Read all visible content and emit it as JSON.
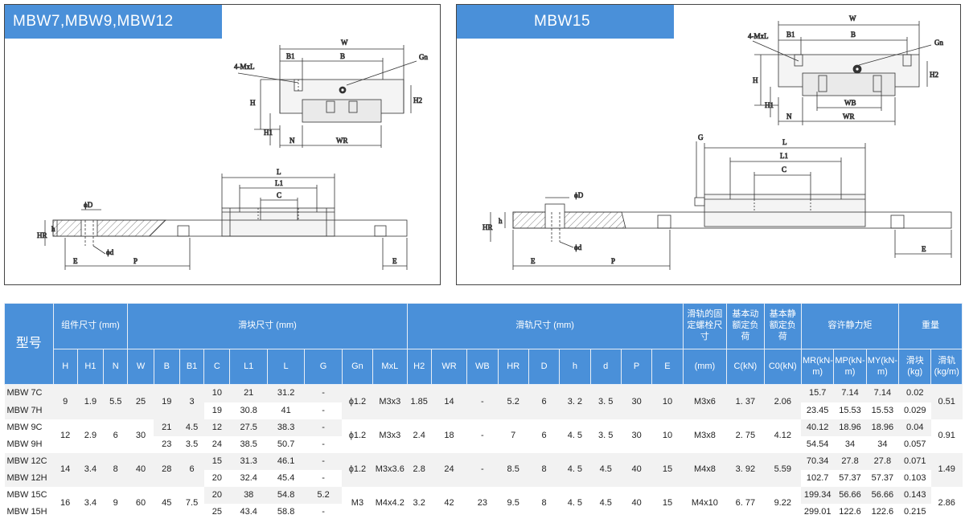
{
  "panels": {
    "left_title": "MBW7,MBW9,MBW12",
    "right_title": "MBW15"
  },
  "drawing_labels": {
    "W": "W",
    "B": "B",
    "B1": "B1",
    "mxl": "4-MxL",
    "Gn": "Gn",
    "H": "H",
    "H1": "H1",
    "H2": "H2",
    "N": "N",
    "WR": "WR",
    "WB": "WB",
    "L": "L",
    "L1": "L1",
    "C": "C",
    "G": "G",
    "D": "ϕD",
    "d": "ϕd",
    "HR": "HR",
    "h": "h",
    "E": "E",
    "P": "P"
  },
  "table": {
    "headers": {
      "model": "型号",
      "assembly": "组件尺寸 (mm)",
      "block": "滑块尺寸 (mm)",
      "rail": "滑轨尺寸 (mm)",
      "rail_bolt": "滑轨的固定螺栓尺寸",
      "dynamic_load": "基本动额定负荷",
      "static_load": "基本静额定负荷",
      "moment": "容许静力矩",
      "weight": "重量",
      "sub": {
        "H": "H",
        "H1": "H1",
        "N": "N",
        "W": "W",
        "B": "B",
        "B1": "B1",
        "C": "C",
        "L1": "L1",
        "L": "L",
        "G": "G",
        "Gn": "Gn",
        "MxL": "MxL",
        "H2": "H2",
        "WR": "WR",
        "WB": "WB",
        "HR": "HR",
        "D": "D",
        "h": "h",
        "d": "d",
        "P": "P",
        "E": "E",
        "bolt_unit": "(mm)",
        "C_kN": "C(kN)",
        "C0_kN": "C0(kN)",
        "MR": "MR(kN-m)",
        "MP": "MP(kN-m)",
        "MY": "MY(kN-m)",
        "block_kg": "滑块(kg)",
        "rail_kgm": "滑轨(kg/m)"
      }
    },
    "groups": [
      {
        "shared": {
          "H": "9",
          "H1": "1.9",
          "N": "5.5",
          "W": "25",
          "B": "19",
          "B1": "3",
          "Gn": "ϕ1.2",
          "MxL": "M3x3",
          "H2": "1.85",
          "WR": "14",
          "WB": "-",
          "HR": "5.2",
          "D": "6",
          "h": "3. 2",
          "d": "3. 5",
          "P": "30",
          "E": "10",
          "bolt": "M3x6",
          "C_kN": "1. 37",
          "C0_kN": "2.06",
          "rail_kgm": "0.51"
        },
        "rows": [
          {
            "model": "MBW 7C",
            "C": "10",
            "L1": "21",
            "L": "31.2",
            "G": "-",
            "MR": "15.7",
            "MP": "7.14",
            "MY": "7.14",
            "block_kg": "0.02"
          },
          {
            "model": "MBW 7H",
            "C": "19",
            "L1": "30.8",
            "L": "41",
            "G": "-",
            "MR": "23.45",
            "MP": "15.53",
            "MY": "15.53",
            "block_kg": "0.029"
          }
        ]
      },
      {
        "shared": {
          "H": "12",
          "H1": "2.9",
          "N": "6",
          "W": "30",
          "Gn": "ϕ1.2",
          "MxL": "M3x3",
          "H2": "2.4",
          "WR": "18",
          "WB": "-",
          "HR": "7",
          "D": "6",
          "h": "4. 5",
          "d": "3. 5",
          "P": "30",
          "E": "10",
          "bolt": "M3x8",
          "C_kN": "2. 75",
          "C0_kN": "4.12",
          "rail_kgm": "0.91"
        },
        "rows": [
          {
            "model": "MBW 9C",
            "B": "21",
            "B1": "4.5",
            "C": "12",
            "L1": "27.5",
            "L": "38.3",
            "G": "-",
            "MR": "40.12",
            "MP": "18.96",
            "MY": "18.96",
            "block_kg": "0.04"
          },
          {
            "model": "MBW 9H",
            "B": "23",
            "B1": "3.5",
            "C": "24",
            "L1": "38.5",
            "L": "50.7",
            "G": "-",
            "MR": "54.54",
            "MP": "34",
            "MY": "34",
            "block_kg": "0.057"
          }
        ]
      },
      {
        "shared": {
          "H": "14",
          "H1": "3.4",
          "N": "8",
          "W": "40",
          "B": "28",
          "B1": "6",
          "Gn": "ϕ1.2",
          "MxL": "M3x3.6",
          "H2": "2.8",
          "WR": "24",
          "WB": "-",
          "HR": "8.5",
          "D": "8",
          "h": "4. 5",
          "d": "4.5",
          "P": "40",
          "E": "15",
          "bolt": "M4x8",
          "C_kN": "3. 92",
          "C0_kN": "5.59",
          "rail_kgm": "1.49"
        },
        "rows": [
          {
            "model": "MBW 12C",
            "C": "15",
            "L1": "31.3",
            "L": "46.1",
            "G": "-",
            "MR": "70.34",
            "MP": "27.8",
            "MY": "27.8",
            "block_kg": "0.071"
          },
          {
            "model": "MBW 12H",
            "C": "20",
            "L1": "32.4",
            "L": "45.4",
            "G": "-",
            "MR": "102.7",
            "MP": "57.37",
            "MY": "57.37",
            "block_kg": "0.103"
          }
        ]
      },
      {
        "shared": {
          "H": "16",
          "H1": "3.4",
          "N": "9",
          "W": "60",
          "B": "45",
          "B1": "7.5",
          "Gn": "M3",
          "MxL": "M4x4.2",
          "H2": "3.2",
          "WR": "42",
          "WB": "23",
          "HR": "9.5",
          "D": "8",
          "h": "4. 5",
          "d": "4.5",
          "P": "40",
          "E": "15",
          "bolt": "M4x10",
          "C_kN": "6. 77",
          "C0_kN": "9.22",
          "rail_kgm": "2.86"
        },
        "rows": [
          {
            "model": "MBW 15C",
            "C": "20",
            "L1": "38",
            "L": "54.8",
            "G": "5.2",
            "MR": "199.34",
            "MP": "56.66",
            "MY": "56.66",
            "block_kg": "0.143"
          },
          {
            "model": "MBW 15H",
            "C": "25",
            "L1": "43.4",
            "L": "58.8",
            "G": "-",
            "MR": "299.01",
            "MP": "122.6",
            "MY": "122.6",
            "block_kg": "0.215"
          }
        ]
      }
    ]
  }
}
